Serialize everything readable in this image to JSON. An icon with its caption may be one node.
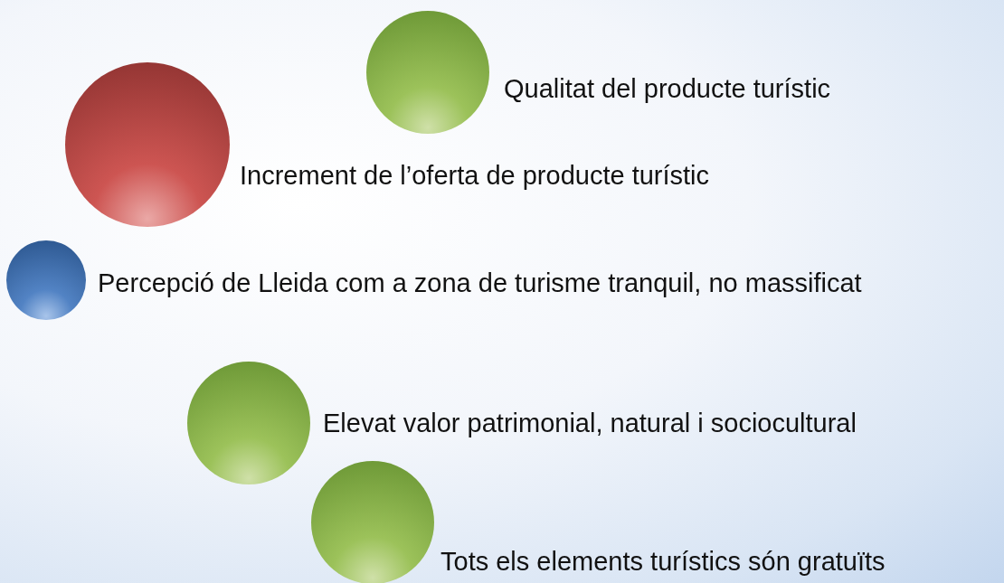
{
  "diagram": {
    "nodes": [
      {
        "text": [
          "Qualitat del producte turístic"
        ]
      },
      {
        "text": [
          "Increment de l’oferta de producte turístic"
        ]
      },
      {
        "text": [
          "Percepció de Lleida com a zona de turisme tranquil, no massificat"
        ]
      },
      {
        "text": [
          "Elevat valor patrimonial, natural i sociocultural"
        ]
      },
      {
        "text": [
          "Tots els elements turístics són gratuïts"
        ]
      }
    ]
  }
}
